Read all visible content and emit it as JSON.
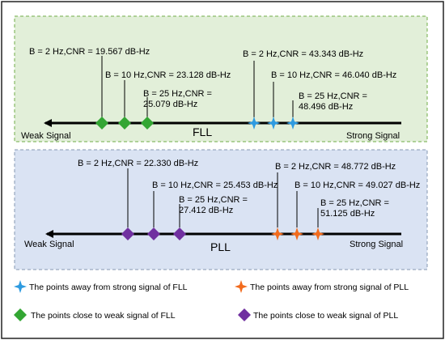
{
  "colors": {
    "fll_panel_fill": "#e2efd9",
    "fll_panel_border": "#70ad47",
    "pll_panel_fill": "#dae3f3",
    "pll_panel_border": "#8497b0",
    "fll_strong_marker": "#2e9be0",
    "fll_weak_marker": "#33a633",
    "pll_strong_marker": "#f26b1d",
    "pll_weak_marker": "#7030a0",
    "axis": "#000000"
  },
  "fll": {
    "axis_label": "FLL",
    "weak_label": "Weak Signal",
    "strong_label": "Strong Signal",
    "weak_annotations": [
      {
        "lines": [
          "B = 2 Hz,CNR = 19.567 dB-Hz"
        ]
      },
      {
        "lines": [
          "B = 10 Hz,CNR = 23.128 dB-Hz"
        ]
      },
      {
        "lines": [
          "B = 25 Hz,CNR =",
          "25.079 dB-Hz"
        ]
      }
    ],
    "strong_annotations": [
      {
        "lines": [
          "B = 2 Hz,CNR = 43.343 dB-Hz"
        ]
      },
      {
        "lines": [
          "B = 10 Hz,CNR = 46.040 dB-Hz"
        ]
      },
      {
        "lines": [
          "B = 25 Hz,CNR =",
          "48.496 dB-Hz"
        ]
      }
    ]
  },
  "pll": {
    "axis_label": "PLL",
    "weak_label": "Weak Signal",
    "strong_label": "Strong Signal",
    "weak_annotations": [
      {
        "lines": [
          "B = 2 Hz,CNR = 22.330 dB-Hz"
        ]
      },
      {
        "lines": [
          "B = 10 Hz,CNR = 25.453 dB-Hz"
        ]
      },
      {
        "lines": [
          "B = 25 Hz,CNR =",
          "27.412 dB-Hz"
        ]
      }
    ],
    "strong_annotations": [
      {
        "lines": [
          "B = 2 Hz,CNR = 48.772 dB-Hz"
        ]
      },
      {
        "lines": [
          "B = 10 Hz,CNR = 49.027 dB-Hz"
        ]
      },
      {
        "lines": [
          "B = 25 Hz,CNR =",
          "51.125 dB-Hz"
        ]
      }
    ]
  },
  "legend": {
    "fll_strong": "The points away from strong signal of FLL",
    "pll_strong": "The points away from strong signal of PLL",
    "fll_weak": "The points close to weak signal of FLL",
    "pll_weak": "The points close to weak signal of PLL"
  }
}
